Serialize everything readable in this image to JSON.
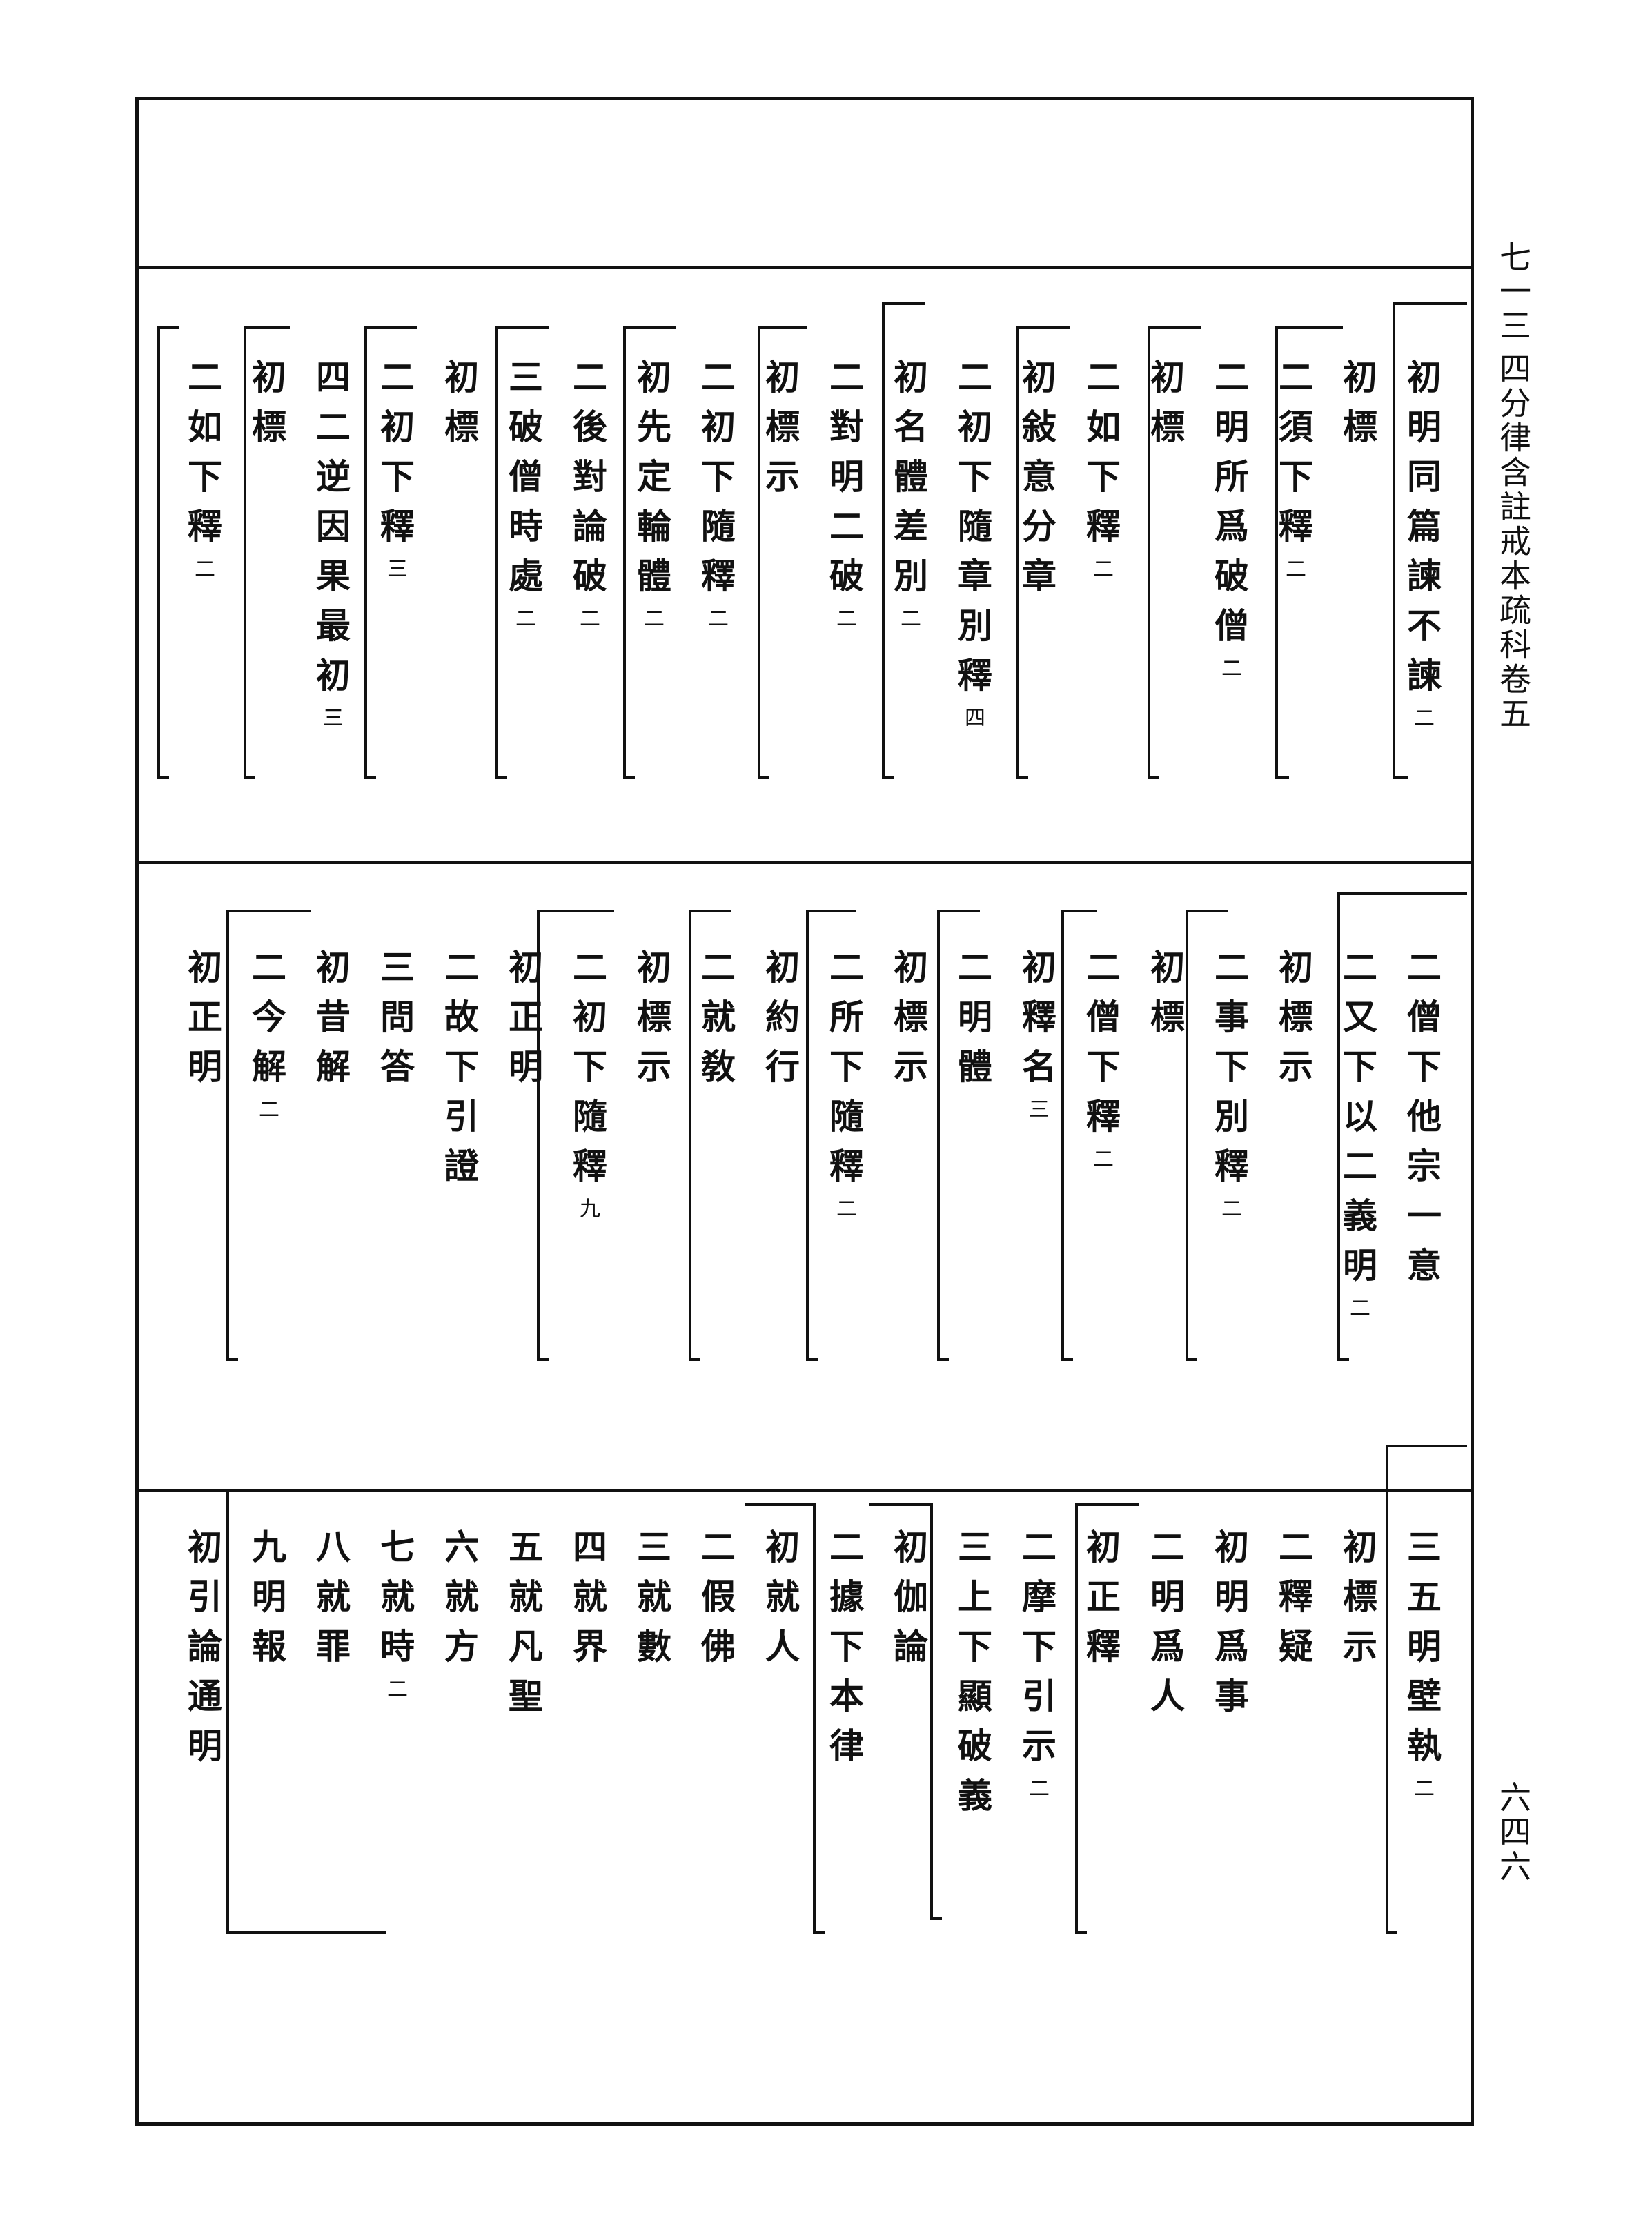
{
  "header": {
    "volume_number": "七一三",
    "book_title": "四分律含註戒本疏科卷五",
    "page_number": "六四六"
  },
  "tiers": [
    {
      "name": "top",
      "labels": [
        {
          "t": "初明同篇諫不諫",
          "n": "二"
        },
        {
          "t": "初標"
        },
        {
          "t": "二須下釋",
          "n": "二"
        },
        {
          "t": "二明所爲破僧",
          "n": "二"
        },
        {
          "t": "初標"
        },
        {
          "t": "二如下釋",
          "n": "二"
        },
        {
          "t": "初敍意分章"
        },
        {
          "t": "二初下隨章別釋",
          "n": "四"
        },
        {
          "t": "初名體差別",
          "n": "二"
        },
        {
          "t": "二對明二破",
          "n": "二"
        },
        {
          "t": "初標示"
        },
        {
          "t": "二初下隨釋",
          "n": "二"
        },
        {
          "t": "初先定輪體",
          "n": "二"
        },
        {
          "t": "二後對論破",
          "n": "二"
        },
        {
          "t": "三破僧時處",
          "n": "二"
        },
        {
          "t": "初標"
        },
        {
          "t": "二初下釋",
          "n": "三"
        },
        {
          "t": "四二逆因果最初",
          "n": "三"
        },
        {
          "t": "初標"
        },
        {
          "t": "二如下釋",
          "n": "二"
        }
      ]
    },
    {
      "name": "middle",
      "labels": [
        {
          "t": "二僧下他宗一意"
        },
        {
          "t": "二又下以二義明",
          "n": "二"
        },
        {
          "t": "初標示"
        },
        {
          "t": "二事下別釋",
          "n": "二"
        },
        {
          "t": "初標"
        },
        {
          "t": "二僧下釋",
          "n": "二"
        },
        {
          "t": "初釋名",
          "n": "三"
        },
        {
          "t": "二明體"
        },
        {
          "t": "初標示"
        },
        {
          "t": "二所下隨釋",
          "n": "二"
        },
        {
          "t": "初約行"
        },
        {
          "t": "二就敎"
        },
        {
          "t": "初標示"
        },
        {
          "t": "二初下隨釋",
          "n": "九"
        },
        {
          "t": "初正明"
        },
        {
          "t": "二故下引證"
        },
        {
          "t": "三問答"
        },
        {
          "t": "初昔解"
        },
        {
          "t": "二今解",
          "n": "二"
        },
        {
          "t": "初正明"
        }
      ]
    },
    {
      "name": "bottom",
      "labels": [
        {
          "t": "三五明壁執",
          "n": "二"
        },
        {
          "t": "初標示"
        },
        {
          "t": "二釋疑"
        },
        {
          "t": "初明爲事"
        },
        {
          "t": "二明爲人"
        },
        {
          "t": "初正釋"
        },
        {
          "t": "二摩下引示",
          "n": "二"
        },
        {
          "t": "三上下顯破義"
        },
        {
          "t": "初伽論"
        },
        {
          "t": "二據下本律"
        },
        {
          "t": "初就人"
        },
        {
          "t": "二假佛"
        },
        {
          "t": "三就數"
        },
        {
          "t": "四就界"
        },
        {
          "t": "五就凡聖"
        },
        {
          "t": "六就方"
        },
        {
          "t": "七就時",
          "n": "二"
        },
        {
          "t": "八就罪"
        },
        {
          "t": "九明報"
        },
        {
          "t": "初引論通明"
        }
      ]
    }
  ]
}
